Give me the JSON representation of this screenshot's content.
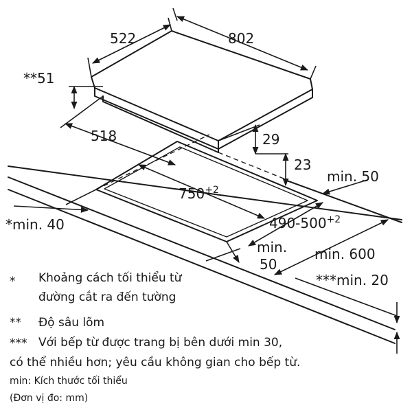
{
  "dimensions": {
    "width_522": "522",
    "length_802": "802",
    "depth_51": "**51",
    "cut_518": "518",
    "height_29": "29",
    "height_23": "23",
    "min_50_right": "min. 50",
    "cut_750": "750",
    "cut_750_tol": "+2",
    "cut_490": "490-500",
    "cut_490_tol": "+2",
    "min_40": "*min. 40",
    "min_600": "min. 600",
    "min_50_front_a": "min.",
    "min_50_front_b": "50",
    "min_20": "***min. 20"
  },
  "notes": {
    "n1_mark": "*",
    "n1_line1": "Khoảng cách tối thiểu từ",
    "n1_line2": "đường cắt ra đến tường",
    "n2_mark": "**",
    "n2_text": "Độ sâu lõm",
    "n3_mark": "***",
    "n3_line1": "Với bếp từ được trang bị bên dưới min 30,",
    "n3_line2": "có thể nhiều hơn; yêu cầu không gian cho bếp từ.",
    "min_def": "min: Kích thước tối thiểu",
    "unit": "(Đơn vị đo: mm)"
  },
  "colors": {
    "ink": "#1a1a1a"
  }
}
